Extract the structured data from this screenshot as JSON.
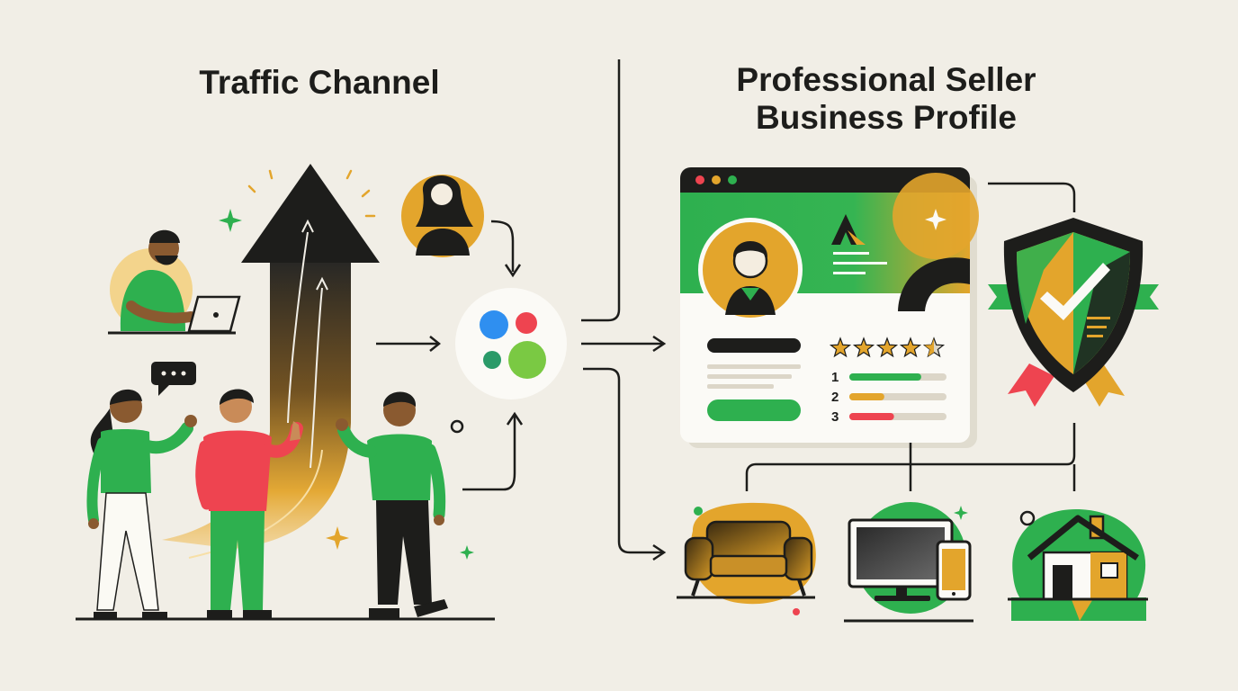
{
  "titles": {
    "left": "Traffic Channel",
    "right_line1": "Professional Seller",
    "right_line2": "Business Profile"
  },
  "profile_card": {
    "rating_stars": 4.5,
    "rating_max": 5,
    "ranking": [
      {
        "rank": "1",
        "color": "#2eb04f",
        "level": 0.74
      },
      {
        "rank": "2",
        "color": "#e3a52c",
        "level": 0.36
      },
      {
        "rank": "3",
        "color": "#ee4450",
        "level": 0.46
      }
    ]
  },
  "colors": {
    "background": "#f1eee6",
    "green": "#2eb04f",
    "orange": "#e3a52c",
    "red": "#ee4450",
    "dark": "#1d1d1b"
  },
  "icons": [
    "trend-arrow-icon",
    "platform-hub-icon",
    "shield-check-icon",
    "sofa-icon",
    "devices-icon",
    "house-icon"
  ]
}
